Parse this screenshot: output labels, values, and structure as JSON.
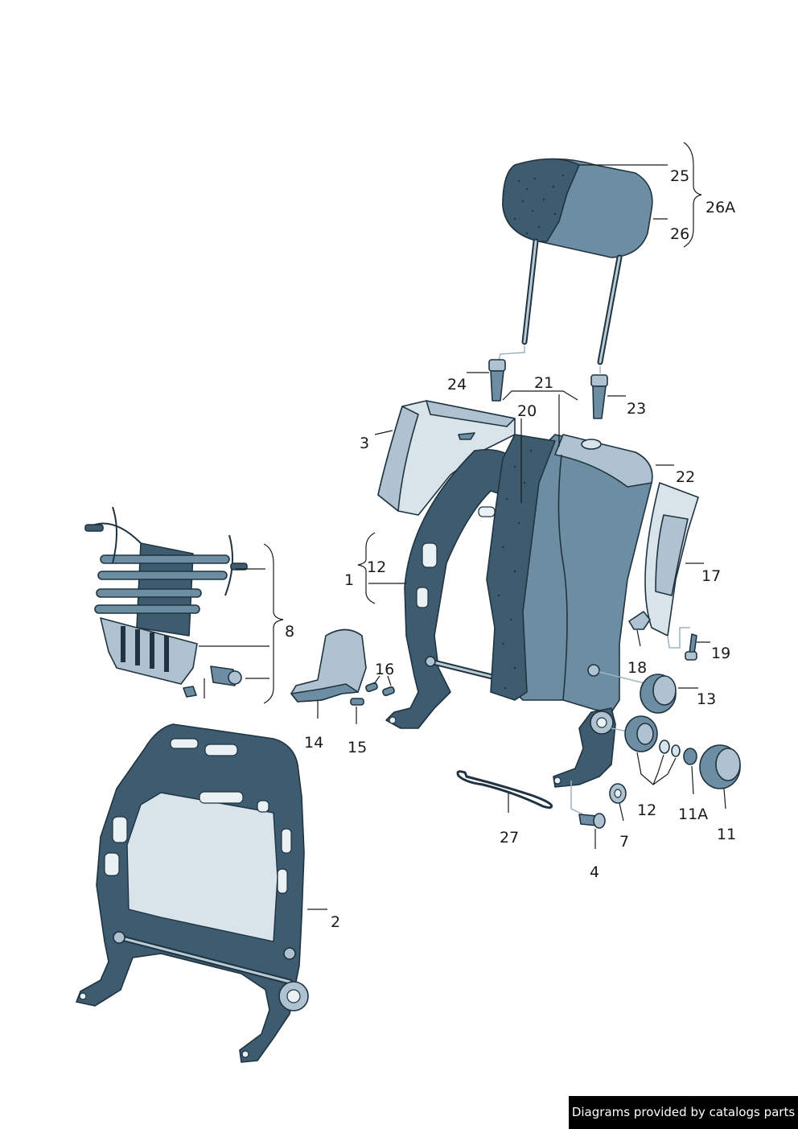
{
  "labels": {
    "l1": "1",
    "l2": "2",
    "l3": "3",
    "l4": "4",
    "l7": "7",
    "l8": "8",
    "l11": "11",
    "l11a": "11A",
    "l12a": "12",
    "l12b": "12",
    "l13": "13",
    "l14": "14",
    "l15": "15",
    "l16": "16",
    "l17": "17",
    "l18": "18",
    "l19": "19",
    "l20": "20",
    "l21": "21",
    "l22": "22",
    "l23": "23",
    "l24": "24",
    "l25": "25",
    "l26": "26",
    "l26a": "26A",
    "l27": "27"
  },
  "footer": {
    "credit": "Diagrams provided by catalogs parts"
  },
  "colors": {
    "dark": "#3e5c70",
    "mid": "#6d8ea2",
    "light": "#aec3cf",
    "pale": "#d8e4ea"
  }
}
